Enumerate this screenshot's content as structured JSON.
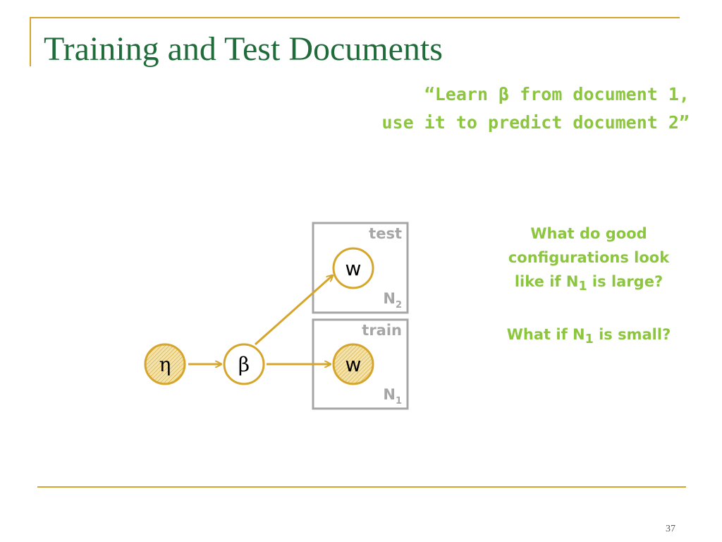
{
  "slide": {
    "title": "Training and Test Documents",
    "quote_line1": "“Learn β from document 1,",
    "quote_line2": "use it to predict document 2”",
    "page_number": "37"
  },
  "diagram": {
    "nodes": {
      "eta": {
        "label": "η",
        "observed": true
      },
      "beta": {
        "label": "β",
        "observed": false
      },
      "w_test": {
        "label": "w",
        "observed": false
      },
      "w_train": {
        "label": "w",
        "observed": true
      }
    },
    "edges": [
      {
        "from": "eta",
        "to": "beta"
      },
      {
        "from": "beta",
        "to": "w_train"
      },
      {
        "from": "beta",
        "to": "w_test"
      }
    ],
    "plates": {
      "test": {
        "name": "test",
        "count_var": "N",
        "count_sub": "2"
      },
      "train": {
        "name": "train",
        "count_var": "N",
        "count_sub": "1"
      }
    }
  },
  "side_questions": {
    "q1_line1": "What do good",
    "q1_line2": "configurations look",
    "q1_line3_prefix": "like if N",
    "q1_line3_sub": "1",
    "q1_line3_suffix": " is large?",
    "q2_prefix": "What if N",
    "q2_sub": "1",
    "q2_suffix": " is small?"
  },
  "colors": {
    "accent_gold": "#d6a52c",
    "title_green": "#1f6b3a",
    "text_lime": "#8cc63f",
    "plate_gray": "#a6a6a6",
    "observed_fill": "#f3e2a9"
  }
}
